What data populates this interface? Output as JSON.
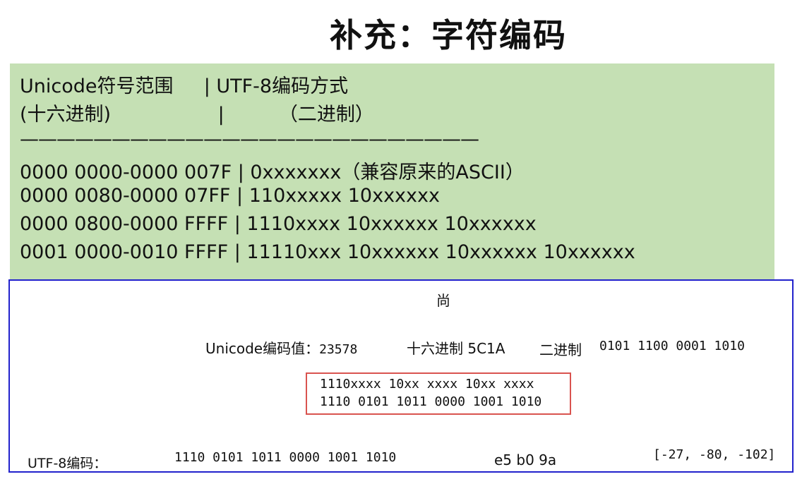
{
  "title": "补充：字符编码",
  "table": {
    "header1_left": "Unicode符号范围",
    "header1_sep": "|",
    "header1_right": "UTF-8编码方式",
    "header2_left": "(十六进制)",
    "header2_sep": "|",
    "header2_right": "（二进制）",
    "divider": "—————————————————————————",
    "rows": [
      "0000 0000-0000 007F | 0xxxxxxx（兼容原来的ASCII）",
      "0000 0080-0000 07FF | 110xxxxx 10xxxxxx",
      "0000 0800-0000 FFFF | 1110xxxx 10xxxxxx 10xxxxxx",
      "0001 0000-0010 FFFF | 11110xxx 10xxxxxx 10xxxxxx 10xxxxxx"
    ]
  },
  "example": {
    "char": "尚",
    "unicode_label": "Unicode编码值：",
    "unicode_value": "23578",
    "hex_label": "十六进制 5C1A",
    "bin_label": "二进制",
    "bin_value": "0101 1100 0001 1010",
    "template_line": "1110xxxx 10xx xxxx 10xx xxxx",
    "filled_line": "1110 0101 1011 0000 1001 1010",
    "utf8_label": "UTF-8编码：",
    "utf8_bits": "1110 0101 1011 0000 1001 1010",
    "utf8_hex": "e5 b0 9a",
    "utf8_bytes": "[-27, -80, -102]"
  },
  "colors": {
    "green_background": "#c5e0b4",
    "blue_border": "#2222cc",
    "red_border": "#d9534f"
  }
}
